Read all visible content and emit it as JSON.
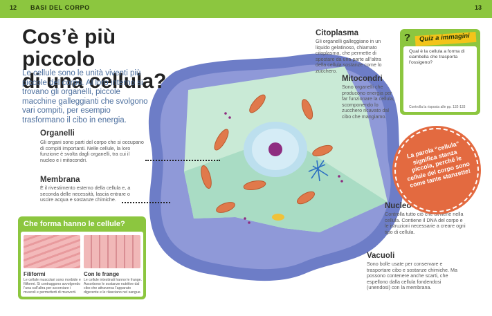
{
  "header": {
    "page_left": "12",
    "section": "BASI DEL CORPO",
    "page_right": "13"
  },
  "title": {
    "line1": "Cos’è più piccolo",
    "line2": "di una cellula?"
  },
  "intro": "Le cellule sono le unità viventi più piccole del corpo. Al loro interno si trovano gli organelli, piccole macchine galleggianti che svolgono vari compiti, per esempio trasformano il cibo in energia.",
  "labels": {
    "organelli": {
      "title": "Organelli",
      "text": "Gli organi sono parti del corpo che si occupano di compiti importanti. Nelle cellule, la loro funzione è svolta dagli organelli, tra cui il nucleo e i mitocondri."
    },
    "membrana": {
      "title": "Membrana",
      "text": "È il rivestimento esterno della cellula e, a seconda delle necessità, lascia entrare o uscire acqua e sostanze chimiche."
    },
    "citoplasma": {
      "title": "Citoplasma",
      "text": "Gli organelli galleggiano in un liquido gelatinoso, chiamato citoplasma, che permette di spostare da una parte all’altra della cellula sostanze come lo zucchero."
    },
    "mitocondri": {
      "title": "Mitocondri",
      "text": "Sono organelli che producono energia per far funzionare la cellula, scomponendo lo zucchero ricavato dal cibo che mangiamo."
    },
    "nucleo": {
      "title": "Nucleo",
      "text": "Controlla tutto ciò che avviene nella cellula. Contiene il DNA del corpo e le istruzioni necessarie a creare ogni tipo di cellula."
    },
    "vacuoli": {
      "title": "Vacuoli",
      "text": "Sono bolle usate per conservare e trasportare cibo e sostanze chimiche. Ma possono contenere anche scarti, che espellono dalla cellula fondendosi (unendosi) con la membrana."
    }
  },
  "forma": {
    "title": "Che forma hanno le cellule?",
    "items": [
      {
        "caption": "Filiformi",
        "text": "Le cellule muscolari sono morbide e filiformi. Si contraggono avvolgendo l’una sull’altra per accorciare i muscoli e permetterti di muoverti."
      },
      {
        "caption": "Con le frange",
        "text": "Le cellule intestinali hanno le frange. Assorbono le sostanze nutritive dal cibo che attraversa l’apparato digerente e le rilasciano nel sangue."
      }
    ]
  },
  "quiz": {
    "mark": "?",
    "title": "Quiz a immagini",
    "question": "Qual è la cellula a forma di ciambella che trasporta l’ossigeno?",
    "answer": "Controlla la risposta alle pp. 132-133"
  },
  "badge": {
    "text": "La parola “cellula” significa stanza piccola, perché le cellule del corpo sono come tante stanzette!"
  },
  "colors": {
    "green": "#8cc63f",
    "intro_blue": "#4c6f9e",
    "badge_orange": "#e36a40",
    "membrane_blue": "#6d7dc7",
    "cytoplasm": "#c9ead6",
    "nucleus": "#bcdfee"
  }
}
